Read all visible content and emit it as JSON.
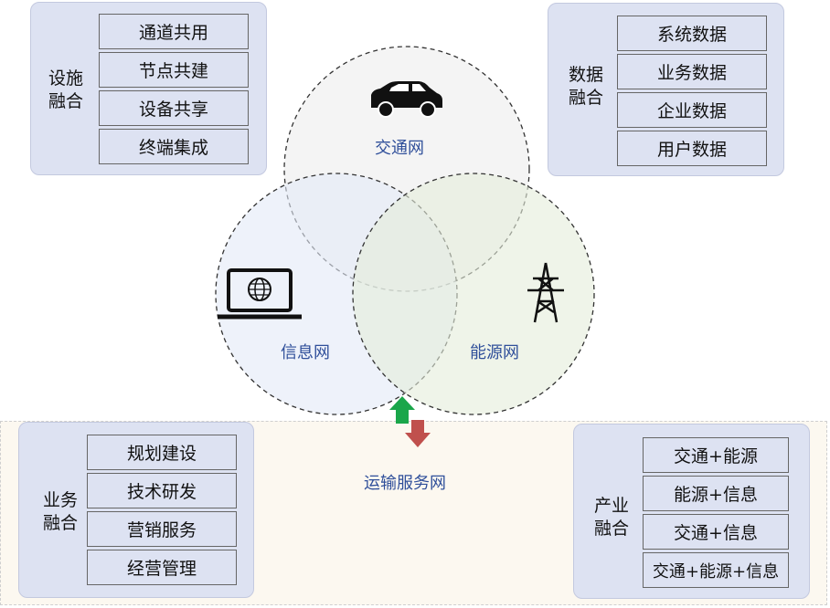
{
  "panels": {
    "facility": {
      "title": "设施融合",
      "title_lines": [
        "设施",
        "融合"
      ],
      "items": [
        "通道共用",
        "节点共建",
        "设备共享",
        "终端集成"
      ]
    },
    "data": {
      "title_lines": [
        "数据",
        "融合"
      ],
      "items": [
        "系统数据",
        "业务数据",
        "企业数据",
        "用户数据"
      ]
    },
    "business": {
      "title_lines": [
        "业务",
        "融合"
      ],
      "items": [
        "规划建设",
        "技术研发",
        "营销服务",
        "经营管理"
      ]
    },
    "industry": {
      "title_lines": [
        "产业",
        "融合"
      ],
      "items": [
        "交通+能源",
        "能源+信息",
        "交通+信息",
        "交通+能源+信息"
      ]
    }
  },
  "networks": {
    "transport": "交通网",
    "info": "信息网",
    "energy": "能源网",
    "service": "运输服务网"
  },
  "colors": {
    "net_text": "#2f4f9a",
    "up_arrow": "#1aa64a",
    "down_arrow": "#c0504d"
  }
}
